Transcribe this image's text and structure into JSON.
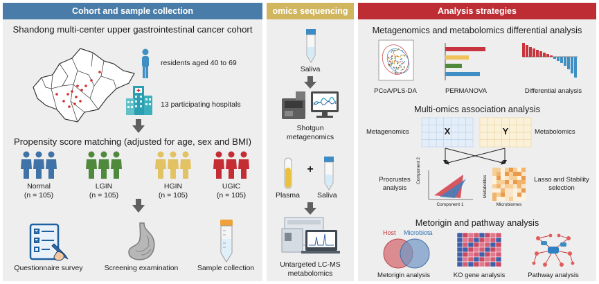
{
  "headers": {
    "cohort": "Cohort and sample collection",
    "omics": "omics sequencing",
    "analysis": "Analysis strategies"
  },
  "cohort": {
    "title": "Shandong multi-center upper gastrointestinal cancer cohort",
    "residents": "residents aged 40 to 69",
    "hospitals": "13 participating hospitals",
    "psm_title": "Propensity score matching (adjusted for age, sex and BMI)",
    "groups": [
      {
        "name": "Normal",
        "n": "(n = 105)",
        "color": "#3f72a6"
      },
      {
        "name": "LGIN",
        "n": "(n = 105)",
        "color": "#4f8a3c"
      },
      {
        "name": "HGIN",
        "n": "(n = 105)",
        "color": "#e2c262"
      },
      {
        "name": "UGIC",
        "n": "(n = 105)",
        "color": "#c42d34"
      }
    ],
    "steps": [
      "Questionnaire survey",
      "Screening examination",
      "Sample collection"
    ]
  },
  "omics": {
    "saliva1": "Saliva",
    "shotgun_line1": "Shotgun",
    "shotgun_line2": "metagenomics",
    "plasma": "Plasma",
    "plus": "+",
    "saliva2": "Saliva",
    "lcms_line1": "Untargeted LC-MS",
    "lcms_line2": "metabolomics"
  },
  "analysis": {
    "diff_title": "Metagenomics and metabolomics differential analysis",
    "diff_labels": [
      "PCoA/PLS-DA",
      "PERMANOVA",
      "Differential analysis"
    ],
    "multi_title": "Multi-omics association analysis",
    "metagenomics": "Metagenomics",
    "metabolomics": "Metabolomics",
    "x_label": "X",
    "y_label": "Y",
    "procrustes_line1": "Procrustes",
    "procrustes_line2": "analysis",
    "component1": "Component 1",
    "component2": "Component 2",
    "metabolites": "Metabolites",
    "microbiomes": "Microbiomes",
    "lasso_line1": "Lasso and Stability",
    "lasso_line2": "selection",
    "meto_title": "Metorigin and pathway analysis",
    "host": "Host",
    "microbiota": "Microbiota",
    "bottom_labels": [
      "Metorigin analysis",
      "KO gene analysis",
      "Pathway analysis"
    ]
  }
}
